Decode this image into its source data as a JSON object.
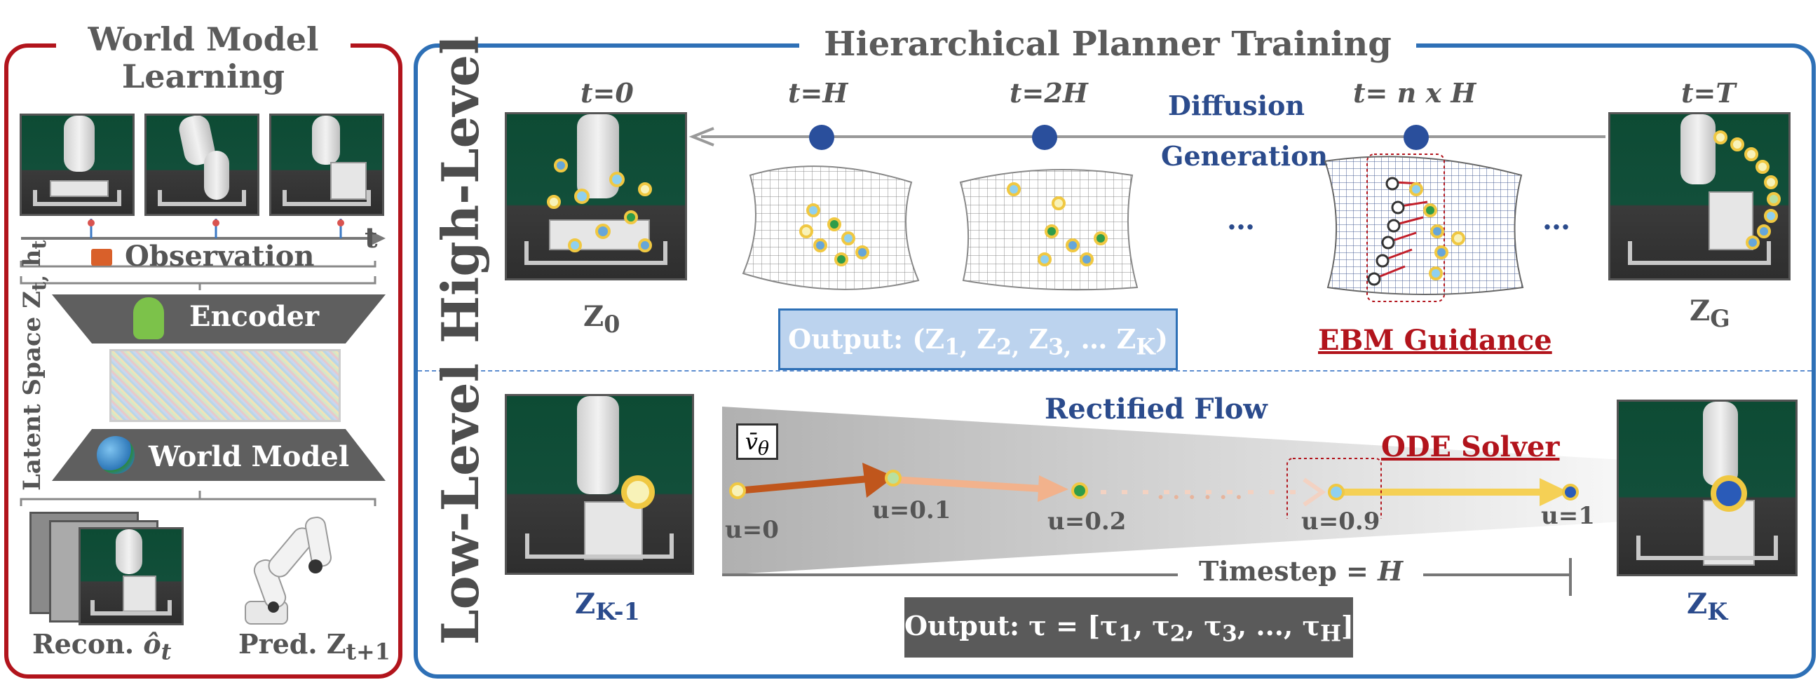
{
  "left_panel": {
    "title_line1": "World Model",
    "title_line2": "Learning",
    "time_axis_label": "t",
    "observation_label": "Observation",
    "encoder_label": "Encoder",
    "latent_space_label": "Latent Space Z",
    "latent_sub_t": "t,",
    "latent_h": " h",
    "latent_sub_t2": "t",
    "world_model_label": "World Model",
    "recon_label": "Recon.",
    "recon_math": "ô",
    "recon_sub": "t",
    "pred_label": "Pred. Z",
    "pred_sub": "t+1"
  },
  "right_panel": {
    "title": "Hierarchical Planner Training",
    "high_level_label": "High-Level",
    "low_level_label": "Low-Level",
    "high": {
      "t0": "t=0",
      "tH": "t=H",
      "t2H": "t=2H",
      "tnH": "t= n x H",
      "tT": "t=T",
      "diffusion_line1": "Diffusion",
      "diffusion_line2": "Generation",
      "ellipsis1": "…",
      "ellipsis2": "…",
      "z0_main": "Z",
      "z0_sub": "0",
      "zg_main": "Z",
      "zg_sub": "G",
      "output_prefix": "Output: (Z",
      "output_s1": "1,",
      "output_m2": " Z",
      "output_s2": "2,",
      "output_m3": " Z",
      "output_s3": "3,",
      "output_mid": " …  Z",
      "output_sK": "K",
      "output_suffix": ")",
      "ebm_label": "EBM Guidance"
    },
    "low": {
      "rectified_flow": "Rectified Flow",
      "ode_solver": "ODE Solver",
      "v_theta": "v̄",
      "v_theta_sub": "θ",
      "u0": "u=0",
      "u01": "u=0.1",
      "u02": "u=0.2",
      "u09": "u=0.9",
      "u1": "u=1",
      "dots": "· · · · · ·",
      "timestep_label": "Timestep = ",
      "timestep_var": "H",
      "zk1_main": "Z",
      "zk1_sub": "K-1",
      "zk_main": "Z",
      "zk_sub": "K",
      "output_prefix": "Output: τ = [τ",
      "o_s1": "1",
      "o_m2": ", τ",
      "o_s2": "2",
      "o_m3": ", τ",
      "o_s3": "3",
      "o_mid": ", ..., τ",
      "o_sH": "H",
      "output_suffix": "]"
    }
  },
  "colors": {
    "left_border": "#b2141c",
    "right_border": "#2e70b6",
    "title_gray": "#5b5b5b",
    "blue_text": "#2b4b8c",
    "red_text": "#b2141c",
    "arrow_dark": "#c0561c",
    "arrow_light": "#f2b28c",
    "arrow_yellow": "#f5d055"
  }
}
